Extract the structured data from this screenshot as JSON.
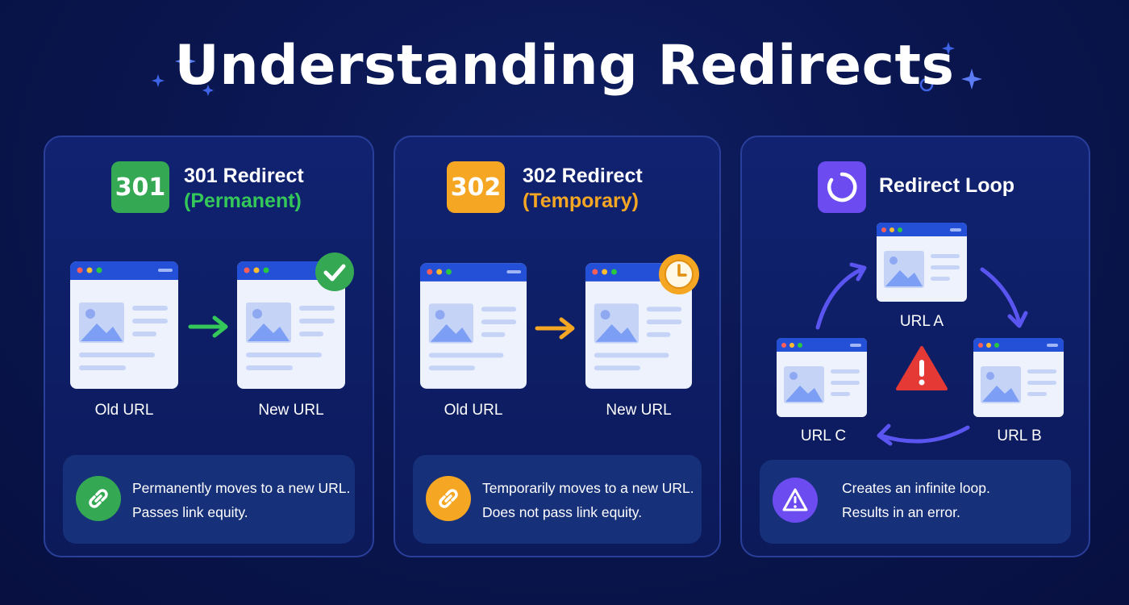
{
  "title": "Understanding Redirects",
  "panels": [
    {
      "badge": "301",
      "heading": "301 Redirect",
      "subheading": "(Permanent)",
      "left_label": "Old URL",
      "right_label": "New URL",
      "status_icon": "check-icon",
      "info_icon": "link-icon",
      "info_lines": [
        "Permanently moves to a new URL.",
        "Passes link equity."
      ],
      "accent": "#34a853"
    },
    {
      "badge": "302",
      "heading": "302 Redirect",
      "subheading": "(Temporary)",
      "left_label": "Old URL",
      "right_label": "New URL",
      "status_icon": "clock-icon",
      "info_icon": "link-icon",
      "info_lines": [
        "Temporarily moves to a new URL.",
        "Does not pass link equity."
      ],
      "accent": "#f5a623"
    },
    {
      "heading": "Redirect Loop",
      "badge_icon": "loop-icon",
      "nodes": [
        "URL A",
        "URL B",
        "URL C"
      ],
      "center_icon": "warning-icon",
      "info_icon": "warning-icon",
      "info_lines": [
        "Creates an infinite loop.",
        "Results in an error."
      ],
      "accent": "#6c4cf0"
    }
  ],
  "colors": {
    "background": "#0a1650",
    "panel_border": "#2a3f9a",
    "window_bar": "#2450d8",
    "error": "#e53935"
  }
}
